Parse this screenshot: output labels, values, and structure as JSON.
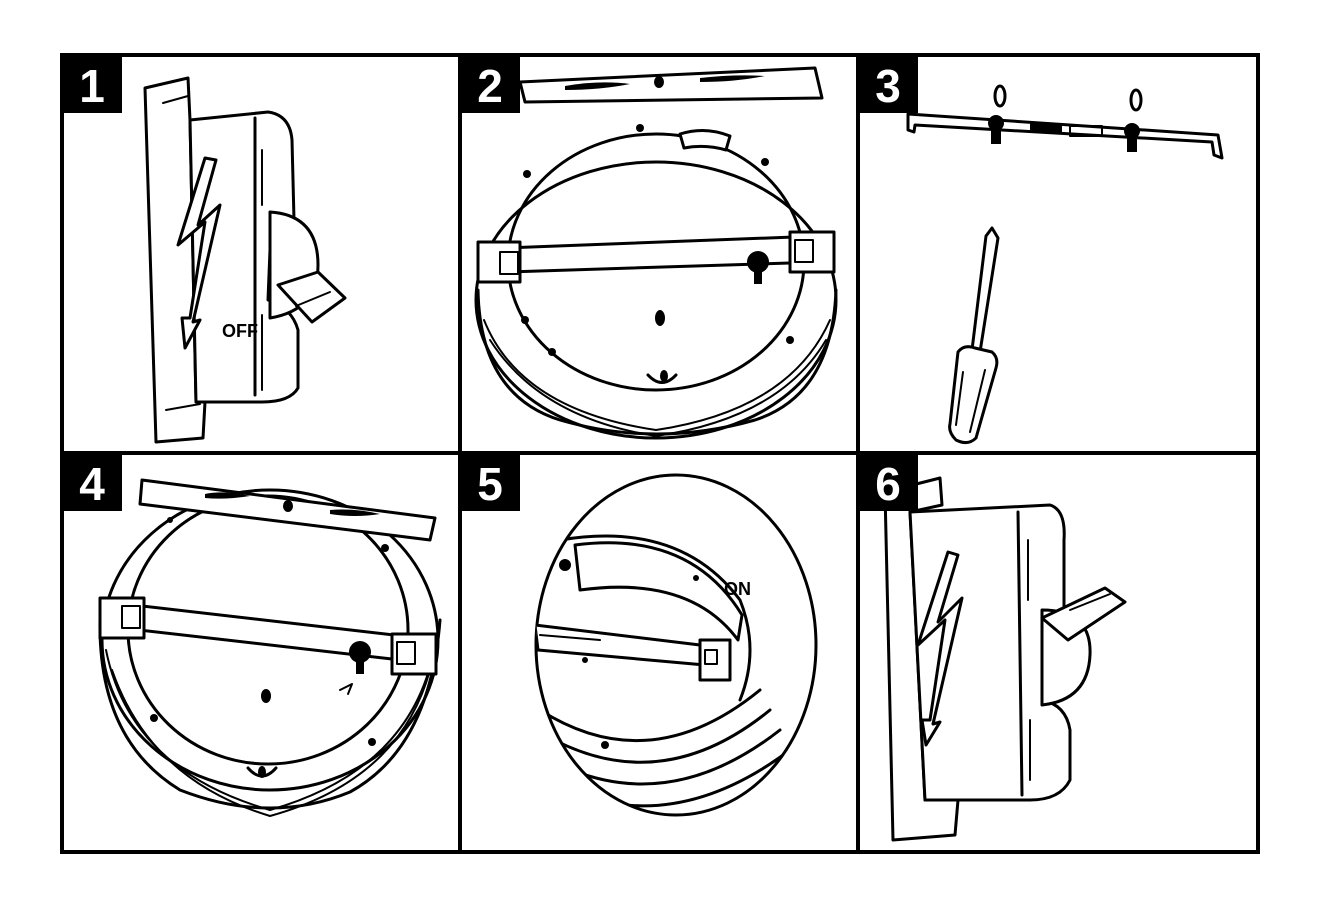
{
  "panels": [
    {
      "number": "1",
      "label": "OFF"
    },
    {
      "number": "2"
    },
    {
      "number": "3"
    },
    {
      "number": "4"
    },
    {
      "number": "5",
      "label": "ON"
    },
    {
      "number": "6"
    }
  ]
}
